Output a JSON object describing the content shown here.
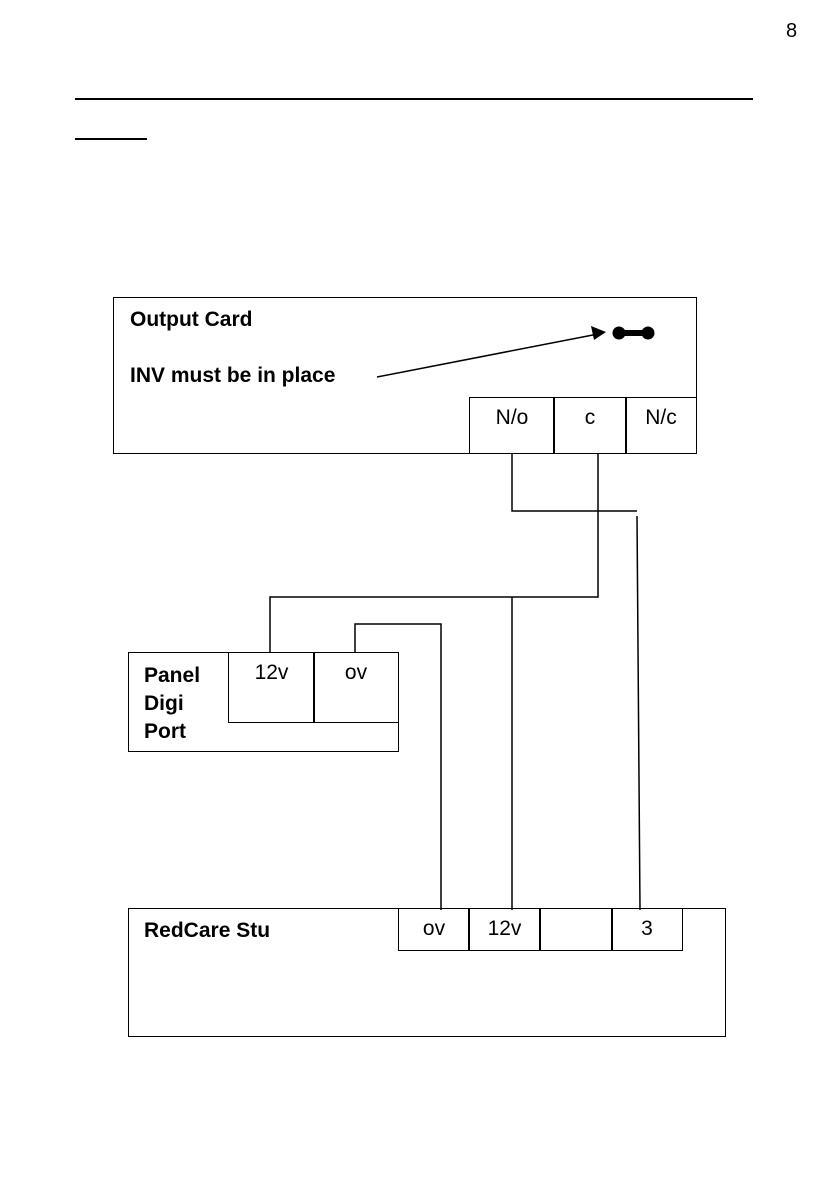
{
  "page": {
    "number": "8"
  },
  "output_card": {
    "title": "Output Card",
    "note": "INV must be in place",
    "terminals": [
      "N/o",
      "c",
      "N/c"
    ]
  },
  "panel_digi_port": {
    "title_lines": [
      "Panel",
      "Digi",
      "Port"
    ],
    "terminals": [
      "12v",
      "ov"
    ]
  },
  "redcare": {
    "title": "RedCare Stu",
    "terminals": [
      "ov",
      "12v",
      "",
      "3"
    ]
  }
}
